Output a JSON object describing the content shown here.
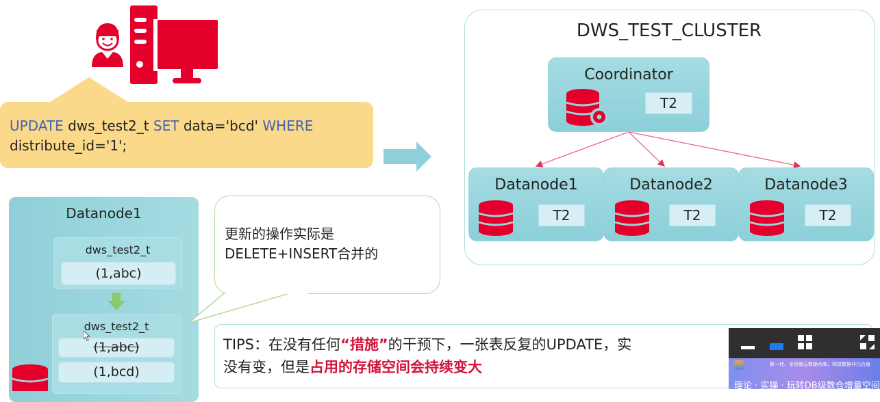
{
  "sql": {
    "kw_update": "UPDATE",
    "table": " dws_test2_t ",
    "kw_set": "SET",
    "assign": " data='bcd' ",
    "kw_where": "WHERE",
    "line2": "distribute_id='1';"
  },
  "cluster": {
    "title": "DWS_TEST_CLUSTER",
    "coordinator": {
      "label": "Coordinator",
      "table": "T2"
    },
    "datanodes": [
      {
        "label": "Datanode1",
        "table": "T2"
      },
      {
        "label": "Datanode2",
        "table": "T2"
      },
      {
        "label": "Datanode3",
        "table": "T2"
      }
    ]
  },
  "detail": {
    "title": "Datanode1",
    "before": {
      "table": "dws_test2_t",
      "rows": [
        "(1,abc)"
      ]
    },
    "after": {
      "table": "dws_test2_t",
      "deleted_row": "(1,abc)",
      "new_row": "(1,bcd)"
    }
  },
  "bubble": {
    "line1": "更新的操作实际是",
    "line2": "DELETE+INSERT合并的"
  },
  "tips": {
    "prefix": "TIPS：在没有任何",
    "quote_highlight": "“措施”",
    "mid": "的干预下，一张表反复的UPDATE，实",
    "line2_prefix": "没有变，但是",
    "line2_highlight": "占用的存储空间会持续变大"
  },
  "video": {
    "caption": "新一代、全场景云数据仓库，释放数据非凡价值",
    "subtitle": "理论 · 实操 · 玩转DB级数仓增量空间管控",
    "buttons": [
      "minimize",
      "small-window",
      "grid-layout",
      "fullscreen"
    ]
  },
  "colors": {
    "accent_red": "#e4002b",
    "keyword_blue": "#4463b0",
    "node_teal": "#8ccfd9",
    "callout_yellow": "#fbd98a",
    "highlight_red": "#d3143a"
  }
}
